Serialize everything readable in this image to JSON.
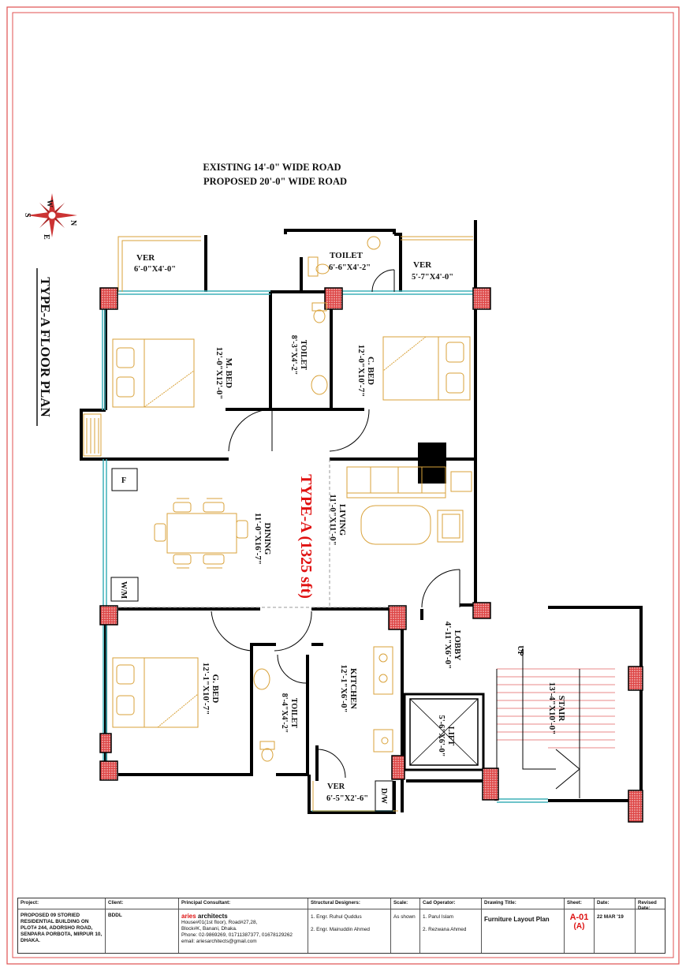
{
  "road": {
    "existing": "EXISTING 14'-0\" WIDE ROAD",
    "proposed": "PROPOSED 20'-0\" WIDE ROAD"
  },
  "compass": {
    "n": "N",
    "s": "S",
    "e": "E",
    "w": "W"
  },
  "plan_title": "TYPE-A FLOOR PLAN",
  "type_label": "TYPE-A (1325 sft)",
  "rooms": {
    "ver_left": {
      "name": "VER",
      "size": "6'-0\"X4'-0\""
    },
    "toilet_top": {
      "name": "TOILET",
      "size": "6'-6\"X4'-2\""
    },
    "ver_right": {
      "name": "VER",
      "size": "5'-7\"X4'-0\""
    },
    "m_bed": {
      "name": "M. BED",
      "size": "12'-0\"X12'-0\""
    },
    "toilet_mid": {
      "name": "TOILET",
      "size": "8'-3\"X4'-2\""
    },
    "c_bed": {
      "name": "C. BED",
      "size": "12'-0\"X10'-7\""
    },
    "dining": {
      "name": "DINING",
      "size": "11'-0\"X16'-7\""
    },
    "living": {
      "name": "LIVING",
      "size": "11'-0\"X11'-0\""
    },
    "lobby": {
      "name": "LOBBY",
      "size": "4'-11\"X6'-0\""
    },
    "g_bed": {
      "name": "G. BED",
      "size": "12'-1\"X10'-7\""
    },
    "toilet_bot": {
      "name": "TOILET",
      "size": "8'-4\"X4'-2\""
    },
    "kitchen": {
      "name": "KITCHEN",
      "size": "12'-1\"X6'-0\""
    },
    "lift": {
      "name": "LIFT",
      "size": "5'-6\"X6'-0\""
    },
    "stair": {
      "name": "STAIR",
      "size": "13'-4\"X10'-0\""
    },
    "ver_bottom": {
      "name": "VER",
      "size": "6'-5\"X2'-6\""
    }
  },
  "marks": {
    "f": "F",
    "wm": "W/M",
    "dw": "D/W",
    "up": "UP"
  },
  "title_block": {
    "project": {
      "header": "Project:",
      "text": "PROPOSED 09 STORIED RESIDENTIAL BUILDING ON PLOT# 244, ADORSHO ROAD, SENPARA PORBOTA, MIRPUR 10, DHAKA."
    },
    "client": {
      "header": "Client:",
      "text": "BDDL"
    },
    "consultant": {
      "header": "Principal Consultant:",
      "firm_a": "aries",
      "firm_b": " architects",
      "line1": "House#01(1st floor), Road#27,28,",
      "line2": "Block#K, Banani, Dhaka.",
      "line3": "Phone: 02-9869269, 01711387377, 01678129262",
      "line4": "email: ariesarchitects@gmail.com"
    },
    "structural": {
      "header": "Structural Designers:",
      "a": "1. Engr. Ruhul Quddus",
      "b": "2. Engr. Mainuddin Ahmed"
    },
    "scale": {
      "header": "Scale:",
      "text": "As shown"
    },
    "cad": {
      "header": "Cad Operator:",
      "a": "1. Parul Islam",
      "b": "2. Rezwana Ahmed"
    },
    "drawing": {
      "header": "Drawing Title:",
      "text": "Furniture Layout Plan"
    },
    "sheet": {
      "header": "Sheet:",
      "no": "A-01",
      "rev": "(A)"
    },
    "date": {
      "header": "Date:",
      "text": "22 MAR '19"
    },
    "revised": {
      "header": "Revised Date:",
      "text": ""
    }
  },
  "colors": {
    "frame": "#e05050",
    "wall": "#000000",
    "column": "#c33333",
    "furniture": "#d9a23a",
    "window": "#3fb0b8",
    "type_label": "#e01010"
  }
}
